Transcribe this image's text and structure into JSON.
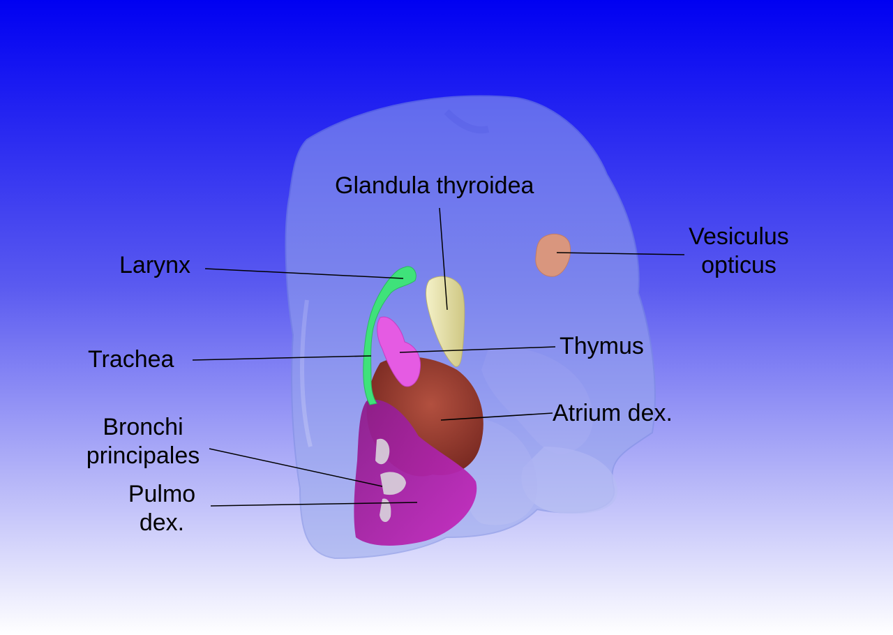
{
  "colors": {
    "background_top": "#0000f2",
    "background_bottom": "#ffffff",
    "body_shell": "#8e9fe6",
    "larynx_trachea": "#3fe27a",
    "thyroid": "#ebe7a8",
    "thymus": "#e55be3",
    "heart_atrium": "#9a3a2e",
    "lung": "#b51fb0",
    "bronchi": "#d9d4dc",
    "vesiculus": "#d9967e",
    "leader_line": "#000000"
  },
  "labels": {
    "larynx": "Larynx",
    "trachea": "Trachea",
    "thyroid": "Glandula thyroidea",
    "vesiculus_line1": "Vesiculus",
    "vesiculus_line2": "opticus",
    "thymus": "Thymus",
    "atrium": "Atrium dex.",
    "bronchi_line1": "Bronchi",
    "bronchi_line2": "principales",
    "pulmo_line1": "Pulmo",
    "pulmo_line2": "dex."
  }
}
